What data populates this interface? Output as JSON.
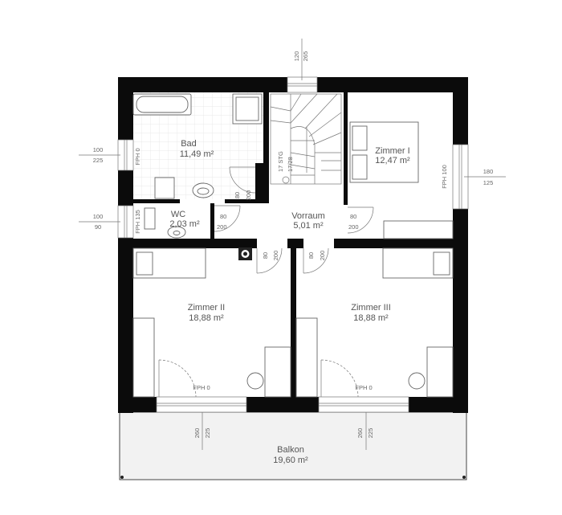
{
  "rooms": {
    "bad": {
      "name": "Bad",
      "area": "11,49 m²"
    },
    "wc": {
      "name": "WC",
      "area": "2,03 m²"
    },
    "vorraum": {
      "name": "Vorraum",
      "area": "5,01 m²"
    },
    "zimmer1": {
      "name": "Zimmer I",
      "area": "12,47 m²"
    },
    "zimmer2": {
      "name": "Zimmer II",
      "area": "18,88 m²"
    },
    "zimmer3": {
      "name": "Zimmer III",
      "area": "18,88 m²"
    },
    "balkon": {
      "name": "Balkon",
      "area": "19,60 m²"
    }
  },
  "stairs": {
    "label_a": "17 STG",
    "label_b": "17/28"
  },
  "dims": {
    "top_a": "120",
    "top_b": "265",
    "left1_a": "100",
    "left1_b": "225",
    "left2_a": "100",
    "left2_b": "90",
    "right_a": "180",
    "right_b": "125",
    "fph_bad": "FPH 0",
    "fph_wc": "FPH 135",
    "fph_z1": "FPH 100",
    "fph_z2": "FPH 0",
    "fph_z3": "FPH 0",
    "door_80": "80",
    "door_200": "200",
    "balkon_a": "260",
    "balkon_b": "225"
  }
}
